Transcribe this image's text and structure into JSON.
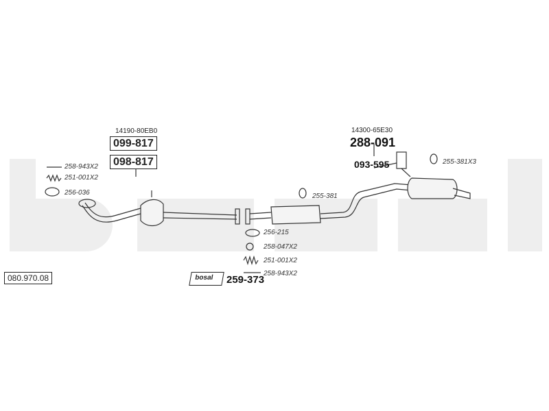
{
  "catalog": {
    "code": "080.970.08"
  },
  "watermark": {
    "color": "#eeeeee"
  },
  "front_pipe": {
    "ref": "14190-80EB0",
    "part_numbers": [
      "099-817",
      "098-817"
    ]
  },
  "rear_muffler": {
    "ref": "14300-65E30",
    "part_number": "288-091",
    "bracket": "093-595",
    "hanger": "255-381X3"
  },
  "center_hanger": {
    "label": "255-381"
  },
  "front_fittings": {
    "bolt": "258-943X2",
    "spring": "251-001X2",
    "gasket": "256-036"
  },
  "middle_fittings": {
    "gasket": "256-215",
    "nut": "258-047X2",
    "spring": "251-001X2",
    "bolt": "258-943X2"
  },
  "kit": {
    "logo": "bosal",
    "part_number": "259-373"
  }
}
